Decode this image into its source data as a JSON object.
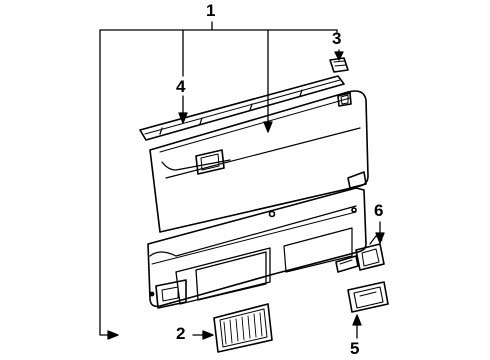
{
  "diagram": {
    "callouts": {
      "door_trim_panel": "1",
      "speaker_grille": "2",
      "clip": "3",
      "window_weatherstrip": "4",
      "pull_handle_bezel": "5",
      "inside_handle_bezel": "6"
    }
  },
  "colors": {
    "line": "#000000",
    "background": "#ffffff"
  }
}
